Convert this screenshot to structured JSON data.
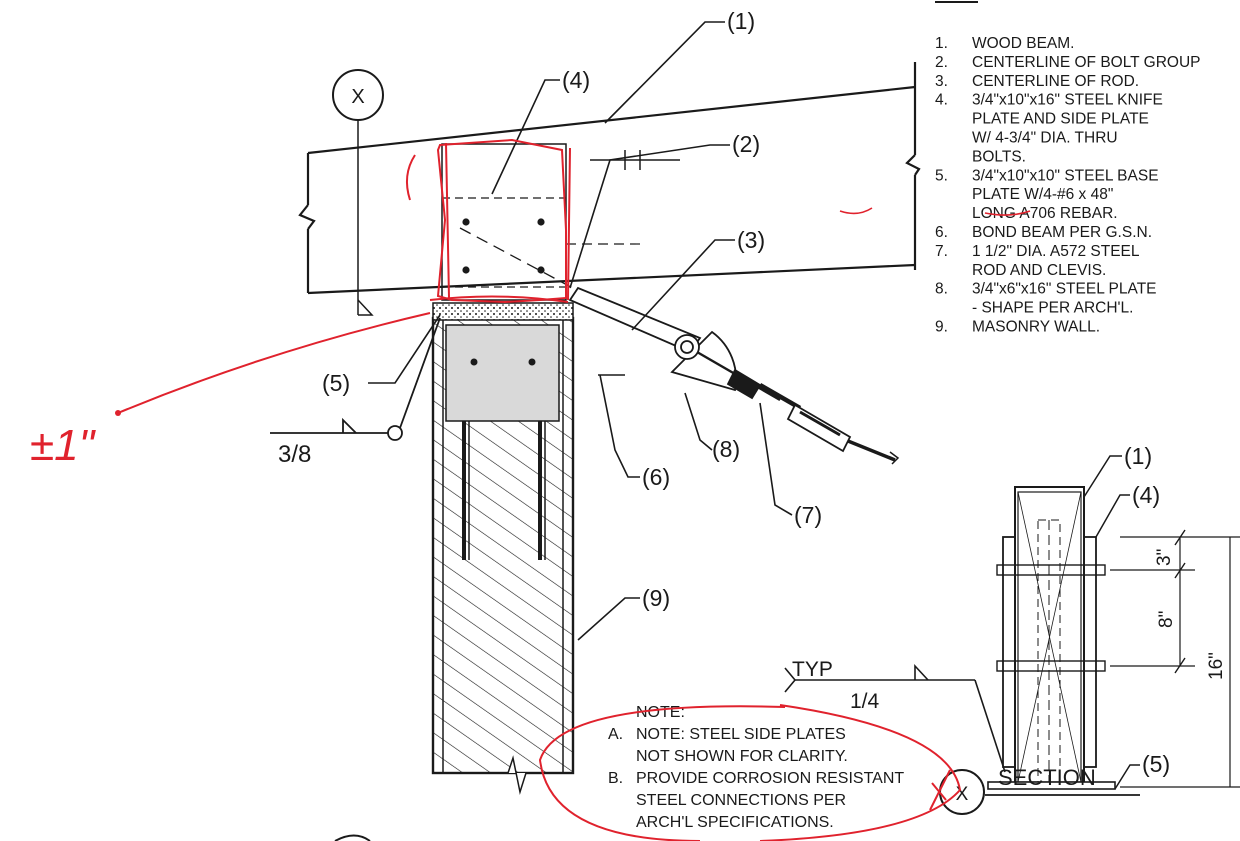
{
  "callouts": {
    "c1": "(1)",
    "c2": "(2)",
    "c3": "(3)",
    "c4": "(4)",
    "c5": "(5)",
    "c6": "(6)",
    "c7": "(7)",
    "c8": "(8)",
    "c9": "(9)",
    "s1": "(1)",
    "s4": "(4)",
    "s5": "(5)"
  },
  "section_marker": "X",
  "section_marker_ref": "X",
  "weld_main": "3/8",
  "weld_typ": {
    "typ": "TYP",
    "size": "1/4"
  },
  "section_dims": {
    "d3": "3\"",
    "d8": "8\"",
    "d16": "16\""
  },
  "section_title": "SECTION",
  "markup_text": "±1\"",
  "legend": {
    "items": [
      {
        "n": "1.",
        "lines": [
          "WOOD BEAM."
        ]
      },
      {
        "n": "2.",
        "lines": [
          "CENTERLINE OF BOLT GROUP"
        ]
      },
      {
        "n": "3.",
        "lines": [
          "CENTERLINE OF ROD."
        ]
      },
      {
        "n": "4.",
        "lines": [
          "3/4\"x10\"x16\" STEEL KNIFE",
          "PLATE AND SIDE PLATE",
          "W/ 4-3/4\" DIA. THRU",
          "BOLTS."
        ]
      },
      {
        "n": "5.",
        "lines": [
          "3/4\"x10\"x10\" STEEL BASE",
          "PLATE W/4-#6 x 48\"",
          "LONG A706 REBAR."
        ]
      },
      {
        "n": "6.",
        "lines": [
          "BOND BEAM PER G.S.N."
        ]
      },
      {
        "n": "7.",
        "lines": [
          "1 1/2\" DIA. A572 STEEL",
          "ROD AND CLEVIS."
        ]
      },
      {
        "n": "8.",
        "lines": [
          "3/4\"x6\"x16\" STEEL PLATE",
          "- SHAPE PER ARCH'L."
        ]
      },
      {
        "n": "9.",
        "lines": [
          "MASONRY WALL."
        ]
      }
    ]
  },
  "notes": {
    "heading": "NOTE:",
    "a_letter": "A.",
    "a_lines": [
      "NOTE: STEEL SIDE PLATES",
      "NOT SHOWN FOR CLARITY."
    ],
    "b_letter": "B.",
    "b_lines": [
      "PROVIDE CORROSION RESISTANT",
      "STEEL CONNECTIONS PER",
      "ARCH'L SPECIFICATIONS."
    ]
  },
  "colors": {
    "ink": "#1a1a1a",
    "markup_red": "#e0222d",
    "plate_gray": "#d9d9d9"
  }
}
